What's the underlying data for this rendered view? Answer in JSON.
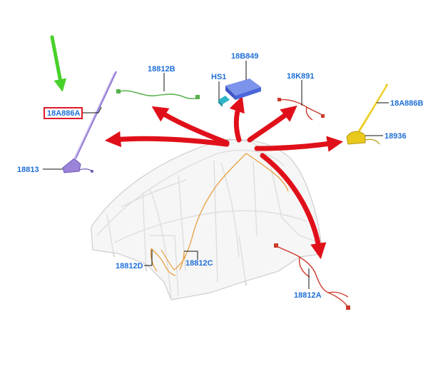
{
  "labels": {
    "antenna_mast_left": "18A886A",
    "antenna_base_left": "18813",
    "cable_18812b": "18812B",
    "module_hs1": "HS1",
    "module_18b849": "18B849",
    "cable_18k891": "18K891",
    "antenna_mast_right": "18A886B",
    "antenna_base_right": "18936",
    "cable_18812d": "18812D",
    "cable_18812c": "18812C",
    "cable_18812a": "18812A"
  },
  "colors": {
    "label_text": "#1f6fd6",
    "highlight_box": "#e0182a",
    "indicator_arrow": "#48d12a",
    "explode_arrow": "#e0101a",
    "body_line": "#c8c8c8",
    "antenna_purple": "#9b83d8",
    "antenna_yellow": "#e8c91c",
    "module_blue": "#4a66d9",
    "module_cyan": "#2fb6c9",
    "cable_green": "#56b04c",
    "cable_red": "#cc3a2a",
    "cable_orange": "#e7a040"
  },
  "highlighted": "18A886A"
}
